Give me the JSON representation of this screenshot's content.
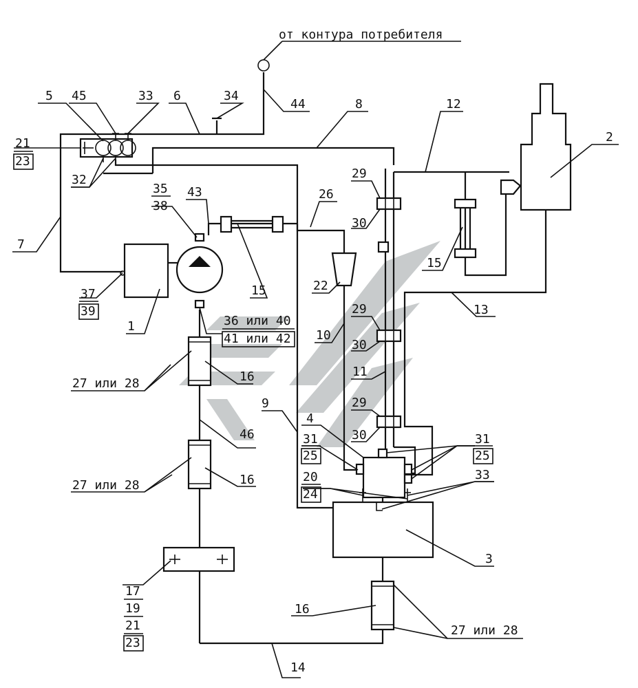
{
  "title": "от контура потребителя",
  "labels": {
    "l5": "5",
    "l45": "45",
    "l33top": "33",
    "l6": "6",
    "l34": "34",
    "l44": "44",
    "l8": "8",
    "l12": "12",
    "l2": "2",
    "l21": "21",
    "l23": "23",
    "l32": "32",
    "l7": "7",
    "l35": "35",
    "l38": "38",
    "l43": "43",
    "l26": "26",
    "l29a": "29",
    "l30a": "30",
    "l15b": "15",
    "l15a": "15",
    "l22": "22",
    "l13": "13",
    "l37": "37",
    "l39": "39",
    "l1": "1",
    "l36": "36 или 40",
    "l41": "41 или 42",
    "l29b": "29",
    "l30b": "30",
    "l10": "10",
    "l27a": "27 или 28",
    "l16a": "16",
    "l11": "11",
    "l9": "9",
    "l4": "4",
    "l29c": "29",
    "l30c": "30",
    "l46": "46",
    "l31a": "31",
    "l25a": "25",
    "l31b": "31",
    "l25b": "25",
    "l27b": "27 или 28",
    "l16b": "16",
    "l20": "20",
    "l24": "24",
    "l33b": "33",
    "l3": "3",
    "l17": "17",
    "l19": "19",
    "l21b": "21",
    "l23b": "23",
    "l16c": "16",
    "l27c": "27 или 28",
    "l14": "14"
  }
}
